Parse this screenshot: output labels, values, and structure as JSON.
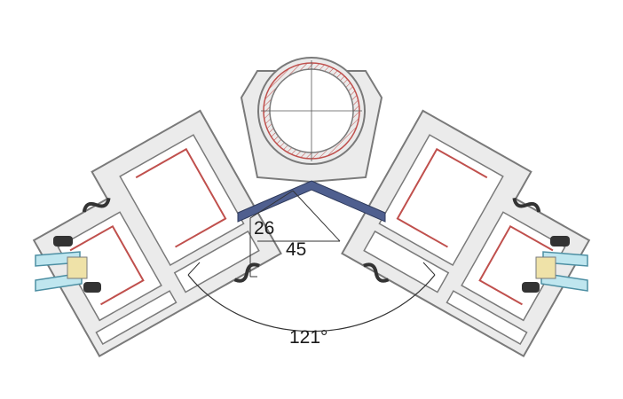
{
  "drawing": {
    "labels": {
      "dimension_inner": "26",
      "dimension_outer": "45",
      "angle": "121°"
    },
    "colors": {
      "profile_outline": "#7a7a7a",
      "profile_fill": "#ebebeb",
      "reinforcement": "#c0504d",
      "glass": "#bfe6ef",
      "glass_edge": "#4d8fa3",
      "gasket": "#333333",
      "corner_cap": "#4f5f8f",
      "spacer": "#efe2a8",
      "dimension_line": "#333333"
    }
  }
}
